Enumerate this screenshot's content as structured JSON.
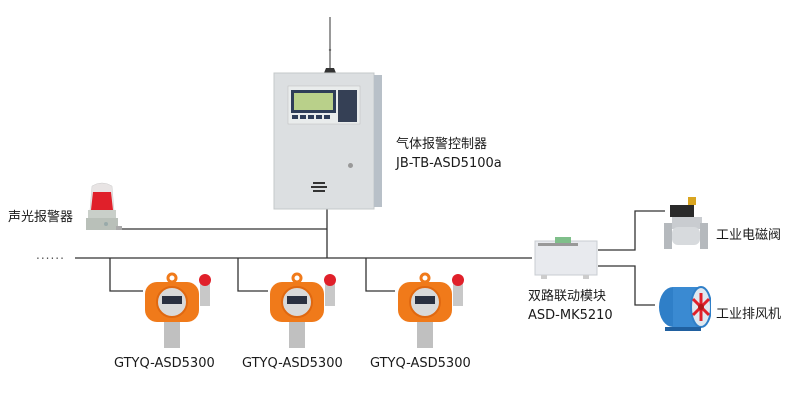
{
  "controller": {
    "name": "气体报警控制器",
    "model": "JB-TB-ASD5100a"
  },
  "alarm": {
    "name": "声光报警器"
  },
  "bus": {
    "continuation": "......"
  },
  "detectors": [
    {
      "model": "GTYQ-ASD5300"
    },
    {
      "model": "GTYQ-ASD5300"
    },
    {
      "model": "GTYQ-ASD5300"
    }
  ],
  "module": {
    "name": "双路联动模块",
    "model": "ASD-MK5210"
  },
  "outputs": [
    {
      "name": "工业电磁阀"
    },
    {
      "name": "工业排风机"
    }
  ],
  "colors": {
    "wire": "#333333",
    "detector_orange": "#f07a1a",
    "alarm_red": "#e0202a",
    "panel_gray": "#dcdfe1",
    "lcd_green": "#b9d08a",
    "fan_blue": "#2f7fc8"
  }
}
